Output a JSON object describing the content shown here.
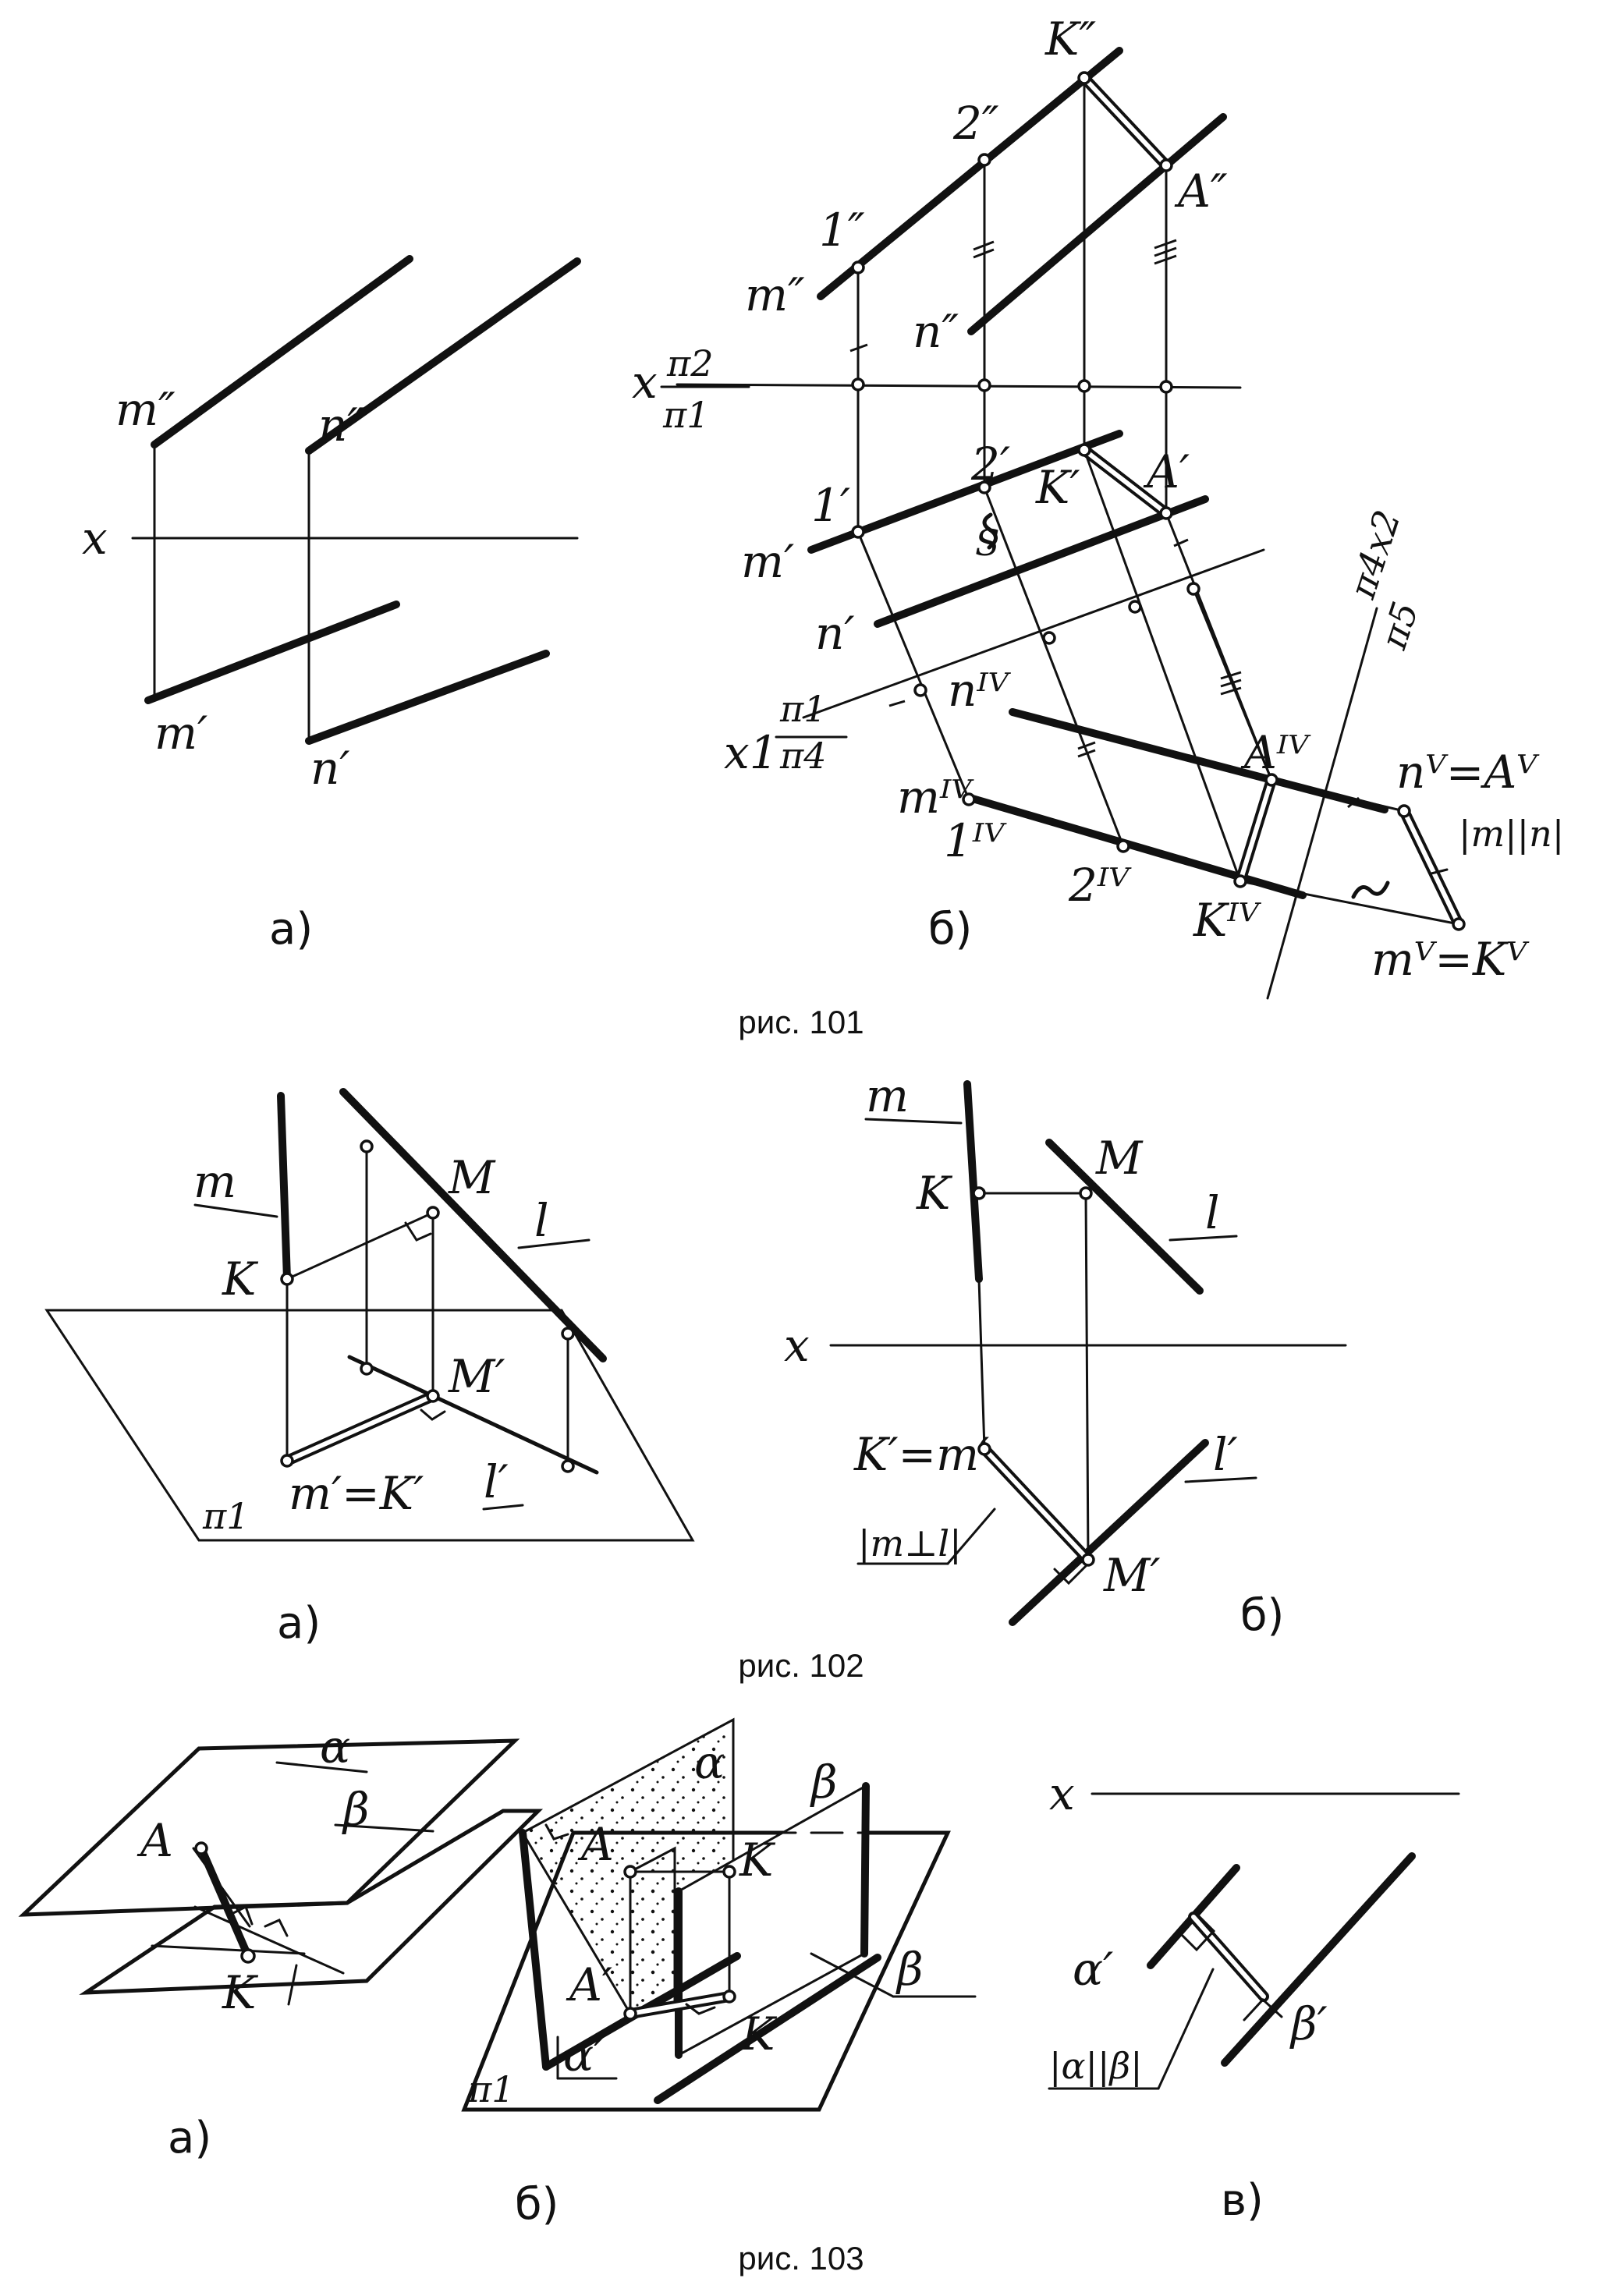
{
  "captions": {
    "fig101": "рис. 101",
    "fig102": "рис. 102",
    "fig103": "рис. 103"
  },
  "fig101a": {
    "sub": "а)",
    "m2": "m″",
    "n2": "n″",
    "x": "x",
    "m1": "m′",
    "n1": "n′"
  },
  "fig101b": {
    "sub": "б)",
    "K2": "K″",
    "p2": "2″",
    "p1": "1″",
    "A2": "A″",
    "m2": "m″",
    "n2": "n″",
    "x": "x",
    "pi2": "π2",
    "pi1": "π1",
    "p2p": "2′",
    "Kp": "K′",
    "Ap": "A′",
    "p1p": "1′",
    "mp": "m′",
    "np": "n′",
    "S": "S",
    "x1": "x1",
    "pi1b": "π1",
    "pi4": "π4",
    "n4": "nᴵⱽ",
    "A4": "Aᴵⱽ",
    "m4": "mᴵⱽ",
    "p14": "1ᴵⱽ",
    "p24": "2ᴵⱽ",
    "K4": "Kᴵⱽ",
    "x2": "π4x2",
    "pi5": "π5",
    "n5A5": "nⱽ=Aⱽ",
    "m5K5": "mⱽ=Kⱽ",
    "mn": "|m||n|"
  },
  "fig102a": {
    "sub": "а)",
    "m": "m",
    "M": "M",
    "l": "l",
    "K": "K",
    "Mp": "M′",
    "mK": "m′=K′",
    "lp": "l′",
    "pi1": "π1"
  },
  "fig102b": {
    "sub": "б)",
    "m": "m",
    "M": "M",
    "K": "K",
    "l": "l",
    "x": "x",
    "Km": "K′=m′",
    "lp": "l′",
    "ml": "|m⊥l|",
    "Mp": "M′"
  },
  "fig103a": {
    "sub": "а)",
    "A": "A",
    "alpha": "α",
    "beta": "β",
    "K": "K"
  },
  "fig103b": {
    "sub": "б)",
    "alpha": "α",
    "beta": "β",
    "A": "A",
    "K": "K",
    "Ap": "A′",
    "beta2": "β",
    "pi1": "π1",
    "alphap": "α′",
    "Kp": "K′"
  },
  "fig103c": {
    "sub": "в)",
    "x": "x",
    "alphap": "α′",
    "betap": "β′",
    "ab": "|α||β|"
  }
}
